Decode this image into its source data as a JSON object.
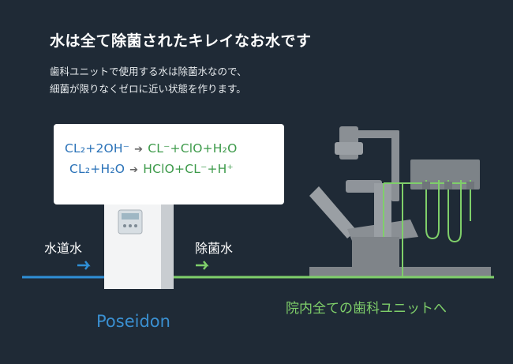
{
  "headline": "水は全て除菌されたキレイなお水です",
  "description": {
    "line1": "歯科ユニットで使用する水は除菌水なので、",
    "line2": "細菌が限りなくゼロに近い状態を作ります。"
  },
  "formulas": {
    "eq1": {
      "lhs": "CL₂+2OH⁻",
      "arrow": "➔",
      "rhs": "CL⁻+ClO+H₂O"
    },
    "eq2": {
      "lhs": "CL₂+H₂O",
      "arrow": "➔",
      "rhs": "HClO+CL⁻+H⁺"
    }
  },
  "flow": {
    "input_label": "水道水",
    "output_label": "除菌水",
    "destination_caption": "院内全ての歯科ユニットへ"
  },
  "device": {
    "logo_text": "Poseidon"
  },
  "colors": {
    "background": "#1f2a36",
    "tap_water": "#2f8fd6",
    "treated_water": "#7fcf6a"
  }
}
